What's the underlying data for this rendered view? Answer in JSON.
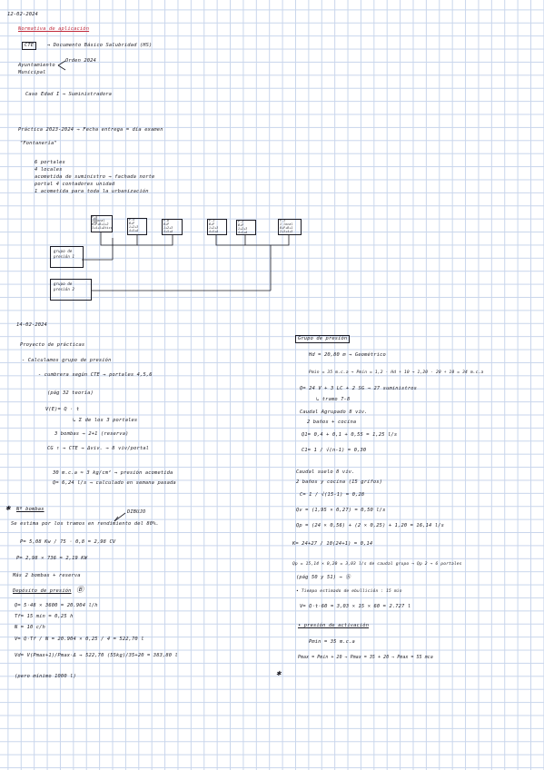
{
  "header": {
    "date1": "12-02-2024",
    "title": "Normativa de aplicación",
    "cte_box": "CTE",
    "cte_text": "→ Documento Básico Salubridad (HS)",
    "ayto": "Ayuntamiento\nMunicipal",
    "ordenanza": "Orden 2024",
    "caso": "Caso Edad I → Suministradora"
  },
  "practica": {
    "title": "Práctica 2023-2024 → Fecha entrega = día examen",
    "name": "\"Fontanería\"",
    "items": [
      "6 portales",
      "4 locales",
      "acometida de suministro → fachada norte",
      "portal 4 contadores unidad",
      "1 acometida para toda la urbanización"
    ]
  },
  "diagram": {
    "boxes": [
      "P-4\n1 local\nB+P+B+1+2\n3+4+5+Ático",
      "P-5\nB+P\n1+2+3\n4+5+A",
      "P-6\nB+P\n1+2+3\n4+5+A",
      "P-1\nB+P\n1+2+3\n4+5+A",
      "P-2\nB+P\n1+2+3\n4+5+A",
      "P-3\n1 local\nB+P+B+1\n2+3+4+5"
    ],
    "left_boxes": [
      "grupo de\npresión 1",
      "grupo de\npresión 2"
    ]
  },
  "session2": {
    "date": "14-02-2024",
    "title": "Proyecto de prácticas",
    "calc": "- Calculamos grupo de presión",
    "lines": [
      "- cumbrera según CTE  → portales 4,5,6",
      "(pág 32 teoría)",
      "V(E)= Q · t",
      "↳ Σ de los 3 portales",
      "3 bombas → 2+1 (reserva)",
      "CG ↑ → CTE → Δviv. → 8 viv/portal",
      "30 m.c.a ≈ 3 kg/cm² → presión acometida",
      "Q= 6,24 l/s → calculado en semana pasada"
    ]
  },
  "bombas": {
    "title": "Nº bombas",
    "arrow_label": "DIBUJO",
    "lines": [
      "Se estima por los tramos en rendimiento del 80%.",
      "P= 5,08 Kw / 75 · 0,8 = 2,98 CV",
      "P= 2,98 × 736 = 2,19 KW",
      "Más 2 bombas + reserva"
    ],
    "deposito_title": "Depósito de presión",
    "deposito_lines": [
      "Q= 5·48 × 3600 = 20.904 l/h",
      "Tf= 15 min = 0,25 h",
      "N = 10 c/h",
      "V= Q·Tf / N = 20.904 × 0,25 / 4 = 522,70 l",
      "Vd= V(Pmax+1)/Pmax·Δ → 522,70 (55kg)/35+20 = 383,80 l",
      "(pero mínimo 1000 l)"
    ]
  },
  "grupo": {
    "title": "Grupo de presión",
    "lines": [
      "Hd = 20,80 m → Geométrico",
      "Pmin = 35 m.c.a → Pmin = 1,2 · Hd + 10 → 1,20 · 20 + 10 = 34 m.c.a",
      "Q= 24 V + 3 LC + 2 SG → 27 suministros",
      "↳ tramo 7-8",
      "Caudal Agrupado 8 viv.",
      "2 baños + cocina",
      "Q1= 0,4 + 0,1 + 0,55 = 1,25 l/s",
      "C1= 1 / √(n-1) = 0,30",
      "Caudal suelo 8 viv.",
      "2 baños y cocina (15 grifos)",
      "C= 1 / √(15-1) = 0,28",
      "Qv = (1,95 × 0,27) = 0,50 l/s",
      "Qp = (24 × 0,56) + (2 × 0,25) + 1,20 = 16,14 l/s",
      "K= 24+27 / 10(24+1) = 0,14",
      "Qp = 15,14 × 0,20 = 3,03 l/s de caudal grupo → Qp 2 → 6 portales",
      "(pág 50 y 51) → Ⓐ",
      "• Tiempo estimado de ebullición : 15 min",
      "V= Q·t·60 = 3,03 × 15 × 60 = 2.727 l",
      "• presión de activación",
      "Pmin = 35 m.c.a",
      "Pmax = Pmin + 20 → Pmax = 35 + 20 → Pmax = 55 mca"
    ]
  }
}
